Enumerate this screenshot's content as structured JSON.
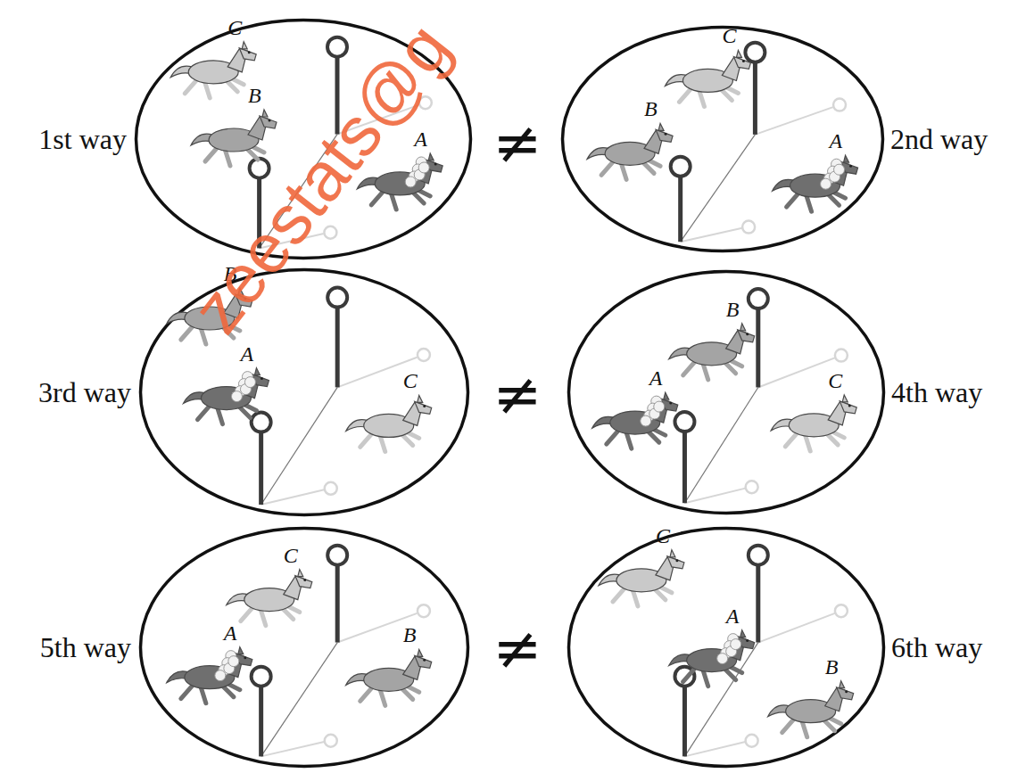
{
  "diagram": {
    "nodes": [
      {
        "text": [
          "1st way",
          "C",
          "B",
          "A"
        ]
      },
      {
        "text": [
          "2nd way",
          "C",
          "B",
          "A"
        ]
      },
      {
        "text": [
          "3rd way",
          "B",
          "A",
          "C"
        ]
      },
      {
        "text": [
          "4th way",
          "B",
          "A",
          "C"
        ]
      },
      {
        "text": [
          "5th way",
          "C",
          "A",
          "B"
        ]
      },
      {
        "text": [
          "6th way",
          "C",
          "A",
          "B"
        ]
      }
    ],
    "labels": [
      "≠",
      "≠",
      "≠",
      "zeestats@g"
    ]
  }
}
